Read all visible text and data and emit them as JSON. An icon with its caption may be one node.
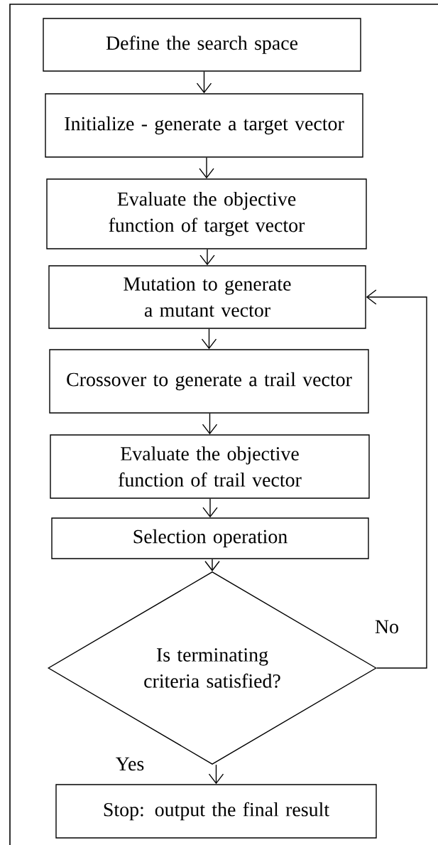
{
  "diagram": {
    "nodes": [
      {
        "text": [
          "Define the search space"
        ]
      },
      {
        "text": [
          "Initialize - generate a target vector"
        ]
      },
      {
        "text": [
          "Evaluate the objective function of target vector"
        ]
      },
      {
        "text": [
          "Mutation to generate a mutant vector"
        ]
      },
      {
        "text": [
          "Crossover to generate a trail vector"
        ]
      },
      {
        "text": [
          "Evaluate the objective function of trail vector"
        ]
      },
      {
        "text": [
          "Selection operation"
        ]
      },
      {
        "text": [
          "Is terminating criteria satisfied?"
        ]
      },
      {
        "text": [
          "Stop: output the final result"
        ]
      }
    ],
    "edges": [
      {
        "from": 0,
        "to": 1,
        "arrow": "to"
      },
      {
        "from": 1,
        "to": 2,
        "arrow": "to"
      },
      {
        "from": 2,
        "to": 3,
        "arrow": "to"
      },
      {
        "from": 3,
        "to": 4,
        "arrow": "to"
      },
      {
        "from": 4,
        "to": 5,
        "arrow": "to"
      },
      {
        "from": 5,
        "to": 6,
        "arrow": "to"
      },
      {
        "from": 6,
        "to": 7,
        "arrow": "to"
      },
      {
        "from": 7,
        "to": 3,
        "arrow": "to",
        "label": "No"
      },
      {
        "from": 7,
        "to": 8,
        "arrow": "to",
        "label": "Yes"
      }
    ]
  }
}
